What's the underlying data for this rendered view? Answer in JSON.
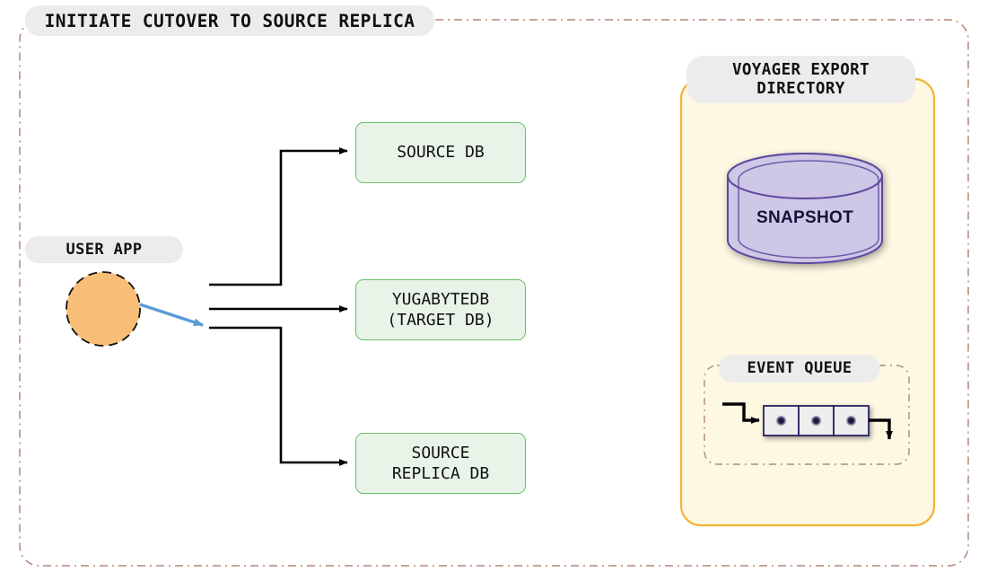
{
  "diagram": {
    "title": "INITIATE CUTOVER TO SOURCE REPLICA",
    "colors": {
      "outer_border": "#b08878",
      "box_fill": "#e9f4e9",
      "box_border": "#6abf6a",
      "pill_fill": "#ececec",
      "user_app_fill": "#f8be77",
      "voyager_fill": "#fef8e2",
      "voyager_border": "#f2b434",
      "snapshot_fill": "#cec7e6",
      "snapshot_border": "#5b4a9e",
      "blue_arrow": "#5b9bd5",
      "queue_cell_fill": "#eeeeee",
      "queue_cell_border": "#2a2060",
      "queue_dot": "#1d1640",
      "flow_arrow": "#000000"
    }
  },
  "user_app": {
    "label": "USER APP",
    "shape_name": "orange-circle-node"
  },
  "databases": [
    {
      "id": "source-db",
      "label": "SOURCE DB"
    },
    {
      "id": "target-db",
      "label": "YUGABYTEDB\n(TARGET DB)"
    },
    {
      "id": "replica-db",
      "label": "SOURCE\nREPLICA DB"
    }
  ],
  "voyager": {
    "title": "VOYAGER EXPORT\nDIRECTORY",
    "snapshot": {
      "label": "SNAPSHOT",
      "shape_name": "database-cylinder-icon"
    },
    "event_queue": {
      "label": "EVENT QUEUE",
      "cells": [
        {
          "id": "queue-cell-1"
        },
        {
          "id": "queue-cell-2"
        },
        {
          "id": "queue-cell-3"
        }
      ],
      "cell_count": 3
    }
  },
  "connections": [
    {
      "id": "user-app-to-bus",
      "style": "blue-arrow",
      "from": "user-app",
      "to": "connection-bus"
    },
    {
      "id": "bus-to-source-db",
      "style": "black-arrow",
      "from": "connection-bus",
      "to": "source-db"
    },
    {
      "id": "bus-to-target-db",
      "style": "black-arrow",
      "from": "connection-bus",
      "to": "target-db"
    },
    {
      "id": "bus-to-replica-db",
      "style": "black-arrow",
      "from": "connection-bus",
      "to": "replica-db"
    },
    {
      "id": "queue-inbound-arrow",
      "style": "black-arrow",
      "from": "queue-source",
      "to": "event-queue"
    },
    {
      "id": "queue-outbound-arrow",
      "style": "black-arrow",
      "from": "event-queue",
      "to": "queue-sink"
    }
  ]
}
